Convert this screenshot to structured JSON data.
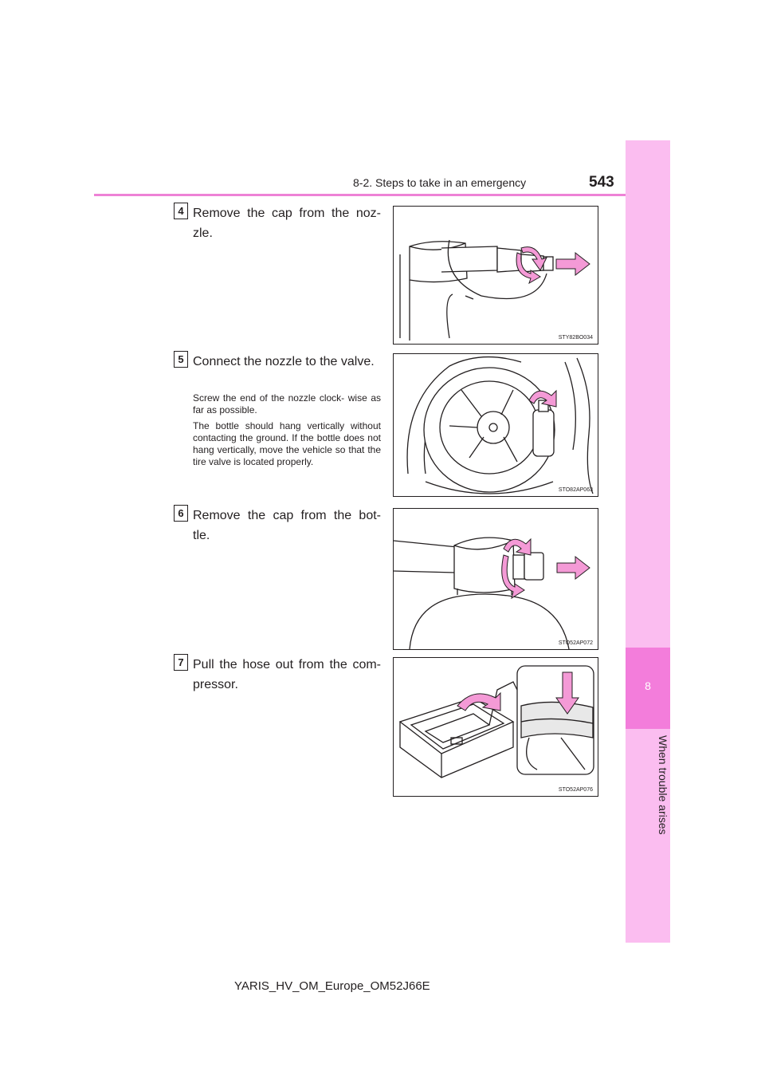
{
  "header": {
    "section_title": "8-2. Steps to take in an emergency",
    "page_number": "543"
  },
  "side_tab": {
    "chapter_number": "8",
    "chapter_label": "When trouble arises"
  },
  "steps": [
    {
      "number": "4",
      "text": "Remove the cap from the noz- zle.",
      "figure_code": "STY82BO034"
    },
    {
      "number": "5",
      "text": "Connect the nozzle to the valve.",
      "notes": [
        "Screw the end of the nozzle clock- wise as far as possible.",
        "The bottle should hang vertically without contacting the ground. If the bottle does not hang vertically, move the vehicle so that the tire valve is located properly."
      ],
      "figure_code": "STO82AP063"
    },
    {
      "number": "6",
      "text": "Remove the cap from the bot- tle.",
      "figure_code": "STO52AP072"
    },
    {
      "number": "7",
      "text": "Pull the hose out from the com- pressor.",
      "figure_code": "STO52AP076"
    }
  ],
  "footer": {
    "document_code": "YARIS_HV_OM_Europe_OM52J66E"
  },
  "colors": {
    "accent_pink": "#ee82d6",
    "arrow_pink": "#f49ad6",
    "tab_light": "#fbbdf0",
    "tab_dark": "#f37ddb"
  }
}
